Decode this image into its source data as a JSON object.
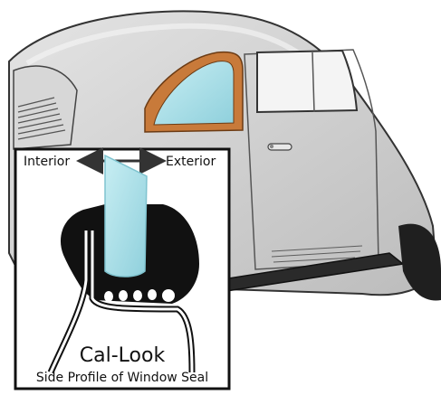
{
  "labels": {
    "interior": "Interior",
    "exterior": "Exterior",
    "brand": "Cal-Look",
    "caption": "Side Profile of Window Seal"
  },
  "colors": {
    "seal_orange": "#c87a3a",
    "glass": "#a9dde6",
    "car_body": "#cfcfcf",
    "ink": "#111111"
  },
  "icons": {
    "arrow": "double-headed-arrow-icon"
  }
}
